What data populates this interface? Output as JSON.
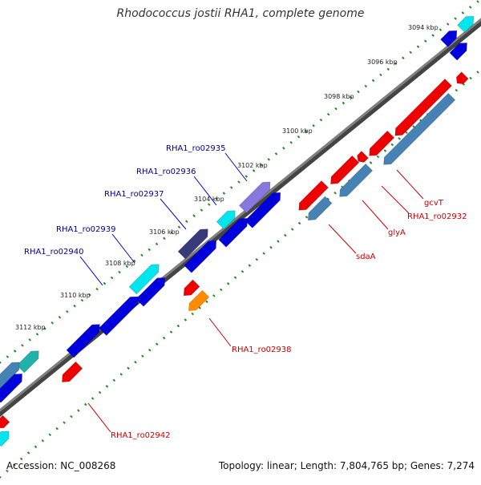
{
  "header": {
    "title": "Rhodococcus jostii RHA1, complete genome"
  },
  "footer": {
    "accession": "Accession: NC_008268",
    "summary": "Topology: linear; Length: 7,804,765 bp; Genes: 7,274"
  },
  "colors": {
    "backbone": "#808080",
    "tick": "#228b22",
    "forward_label": "#00008b",
    "reverse_label": "#cc0000",
    "gene_blue": "#0000dd",
    "gene_cyan": "#00e5ee",
    "gene_slate": "#8877dd",
    "gene_dark": "#3a3a7a",
    "gene_teal": "#20b2aa",
    "gene_steel": "#4682b4",
    "gene_red": "#ee0000",
    "gene_orange": "#ff8c00"
  },
  "scale": {
    "unit": "kbp",
    "ticks": [
      {
        "kbp": 3094,
        "label": "3094 kbp"
      },
      {
        "kbp": 3096,
        "label": "3096 kbp"
      },
      {
        "kbp": 3098,
        "label": "3098 kbp"
      },
      {
        "kbp": 3100,
        "label": "3100 kbp"
      },
      {
        "kbp": 3102,
        "label": "3102 kbp"
      },
      {
        "kbp": 3104,
        "label": "3104 kbp"
      },
      {
        "kbp": 3106,
        "label": "3106 kbp"
      },
      {
        "kbp": 3108,
        "label": "3108 kbp"
      },
      {
        "kbp": 3110,
        "label": "3110 kbp"
      },
      {
        "kbp": 3112,
        "label": "3112 kbp"
      }
    ]
  },
  "gene_labels": {
    "forward": [
      "RHA1_ro02935",
      "RHA1_ro02936",
      "RHA1_ro02937",
      "RHA1_ro02939",
      "RHA1_ro02940"
    ],
    "reverse": [
      "gcvT",
      "RHA1_ro02932",
      "glyA",
      "sdaA",
      "RHA1_ro02938",
      "RHA1_ro02942"
    ]
  }
}
